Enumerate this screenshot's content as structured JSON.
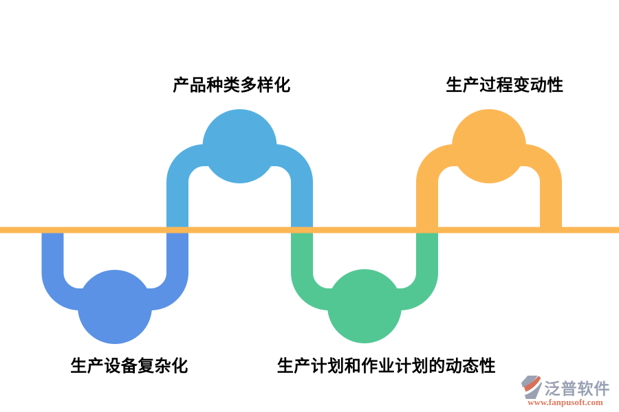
{
  "diagram": {
    "baseline_color": "#FCB755",
    "nodes": [
      {
        "id": "product-variety",
        "label": "产品种类多样化",
        "color": "#54AFE0",
        "position": "top-left"
      },
      {
        "id": "process-variability",
        "label": "生产过程变动性",
        "color": "#FCB755",
        "position": "top-right"
      },
      {
        "id": "equipment-complexity",
        "label": "生产设备复杂化",
        "color": "#5B92E5",
        "position": "bottom-left"
      },
      {
        "id": "planning-dynamics",
        "label": "生产计划和作业计划的动态性",
        "color": "#52C794",
        "position": "bottom-center"
      }
    ]
  },
  "watermark": {
    "brand": "泛普软件",
    "url": "www.fanpusoft.com",
    "brand_color": "#99A1B3",
    "url_color": "#DC7A5F",
    "icon_gray": "#9AA2B4",
    "icon_accent": "#D9705A"
  }
}
